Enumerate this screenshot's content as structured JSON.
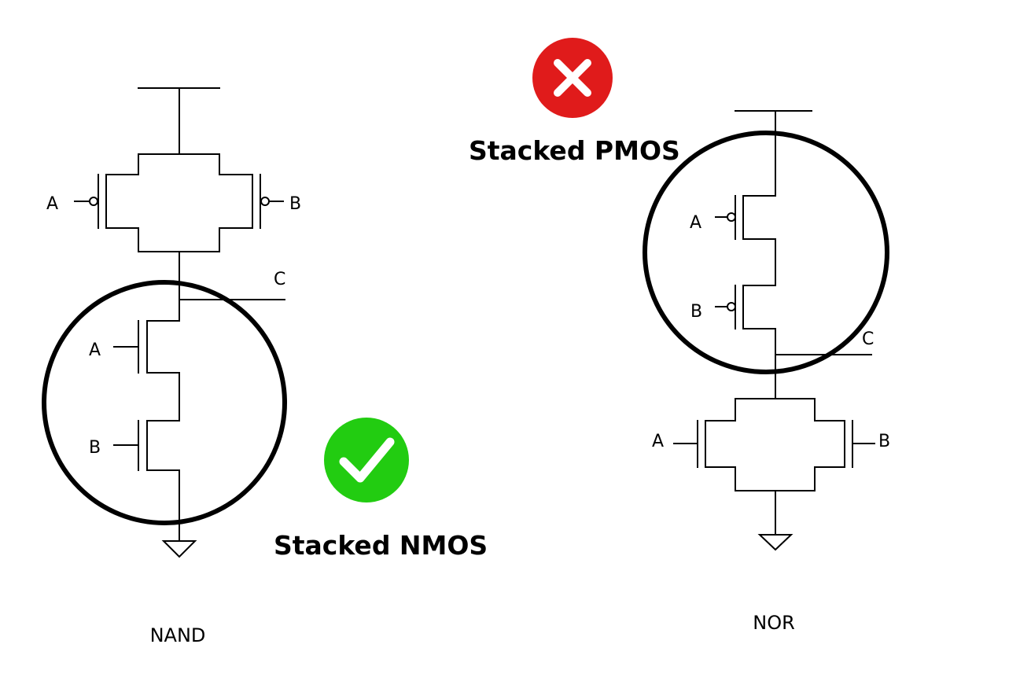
{
  "nand": {
    "caption": "NAND",
    "pmos_a": "A",
    "pmos_b": "B",
    "output": "C",
    "nmos_a": "A",
    "nmos_b": "B",
    "verdict": "Stacked NMOS",
    "verdict_icon": "check-icon",
    "verdict_color": "#22cc11"
  },
  "nor": {
    "caption": "NOR",
    "pmos_a": "A",
    "pmos_b": "B",
    "output": "C",
    "nmos_a": "A",
    "nmos_b": "B",
    "verdict": "Stacked PMOS",
    "verdict_icon": "x-icon",
    "verdict_color": "#e01b1b"
  }
}
